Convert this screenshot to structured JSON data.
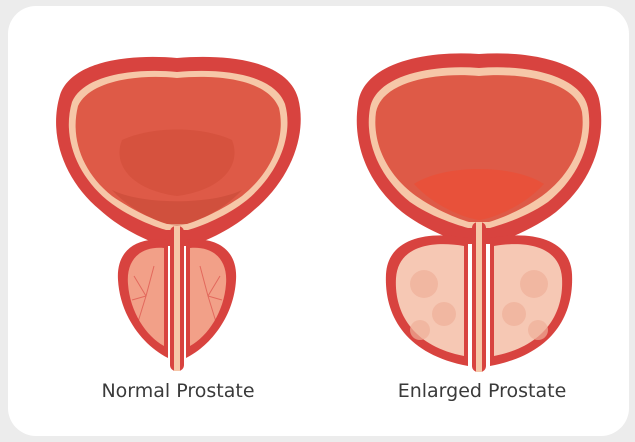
{
  "figures": [
    {
      "id": "normal",
      "label": "Normal Prostate"
    },
    {
      "id": "enlarged",
      "label": "Enlarged Prostate"
    }
  ],
  "colors": {
    "page_background": "#ececec",
    "card_background": "#ffffff",
    "bladder_wall": "#d8433f",
    "bladder_lining": "#f6c7a8",
    "bladder_cavity": "#de5a47",
    "prostate_normal": "#f2a088",
    "prostate_enlarged": "#f6c8b4",
    "caption_text": "#3a3a3a"
  }
}
